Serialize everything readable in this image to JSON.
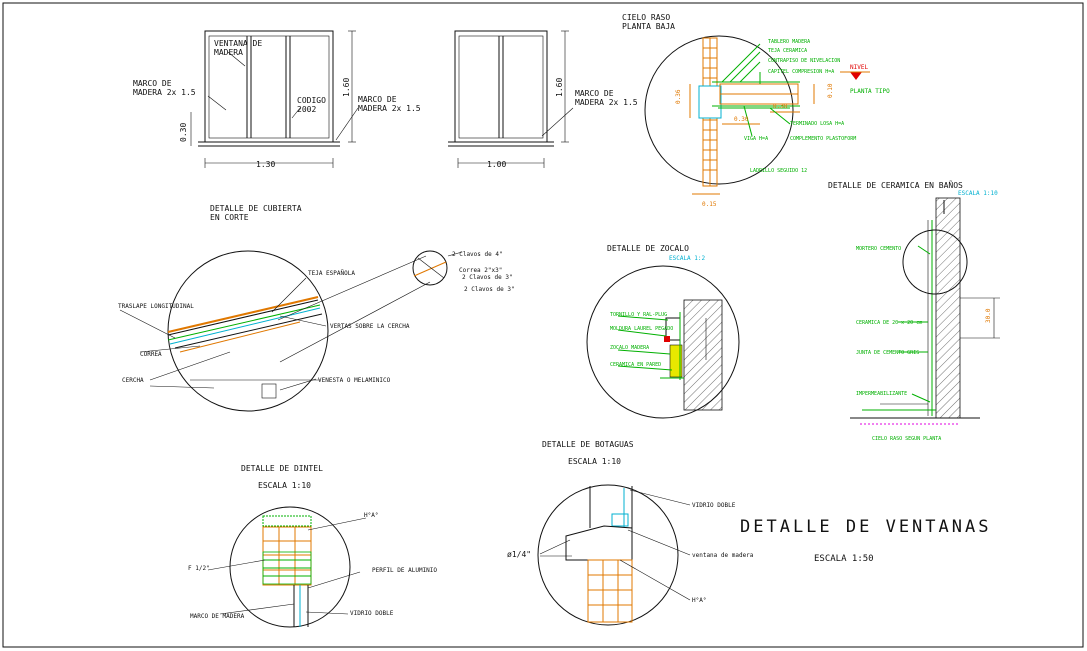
{
  "windows": {
    "w1": {
      "ventana_label": "VENTANA DE\nMADERA",
      "marco_left": "MARCO DE\nMADERA 2x 1.5",
      "codigo": "CODIGO\n2002",
      "marco_right": "MARCO DE\nMADERA 2x 1.5",
      "dim_width": "1.30",
      "dim_height": "1.60",
      "dim_sill": "0.30"
    },
    "w2": {
      "marco_right": "MARCO DE\nMADERA 2x 1.5",
      "dim_width": "1.00",
      "dim_height": "1.60"
    }
  },
  "cielo_raso": {
    "title": "CIELO RASO\nPLANTA BAJA",
    "dim_left": "0.36",
    "dim_right": "0.10",
    "dim_inner": "0.30",
    "dim_mid": "0.30",
    "dim_bottom": "0.15",
    "nivel": "NIVEL",
    "planta_tipo": "PLANTA TIPO",
    "notes": [
      "TABLERO MADERA",
      "TEJA CERAMICA",
      "CONTRAPISO DE NIVELACION",
      "CAPITEL COMPRESION H=A",
      "TERMINADO LOSA H=A",
      "COMPLEMENTO PLASTOFORM",
      "VIGA H=A",
      "LADRILLO SEGUIDO 12"
    ]
  },
  "cubierta": {
    "title": "DETALLE   DE   CUBIERTA\nEN CORTE",
    "labels": [
      "TEJA ESPAÑOLA",
      "TRASLAPE LONGITUDINAL",
      "VERTAS SOBRE LA CERCHA",
      "CORREA",
      "CERCHA",
      "VENESTA O MELAMINICO"
    ],
    "clavos": [
      "2 Clavos de 4\"",
      "Correa 2\"x3\"",
      "2 Clavos de 3\"",
      "2 Clavos de 3\""
    ]
  },
  "zocalo": {
    "title": "DETALLE  DE  ZOCALO",
    "escala": "ESCALA 1:2",
    "labels": [
      "TORNILLO Y RAL-PLUG",
      "MOLDURA LAUREL PEGADO",
      "ZOCALO MADERA",
      "CERAMICA EN PARED"
    ]
  },
  "ceramica": {
    "title": "DETALLE  DE  CERAMICA  EN  BAÑOS",
    "escala": "ESCALA 1:10",
    "labels": [
      "MORTERO CEMENTO",
      "CERAMICA DE 20 x 20 cm",
      "JUNTA DE CEMENTO GRIS",
      "IMPERMEABILIZANTE",
      "CIELO RASO SEGUN PLANTA"
    ],
    "dim": "30.0"
  },
  "dintel": {
    "title": "DETALLE    DE    DINTEL",
    "escala": "ESCALA   1:10",
    "labels": [
      "H°A°",
      "F 1/2\"",
      "PERFIL DE ALUMINIO",
      "MARCO DE MADERA",
      "VIDRIO DOBLE"
    ]
  },
  "botaguas": {
    "title": "DETALLE    DE    BOTAGUAS",
    "escala": "ESCALA    1:10",
    "labels": [
      "VIDRIO DOBLE",
      "ø1/4\"",
      "ventana de madera",
      "H°A°"
    ]
  },
  "main": {
    "title": "DETALLE    DE    VENTANAS",
    "escala": "ESCALA    1:50"
  }
}
